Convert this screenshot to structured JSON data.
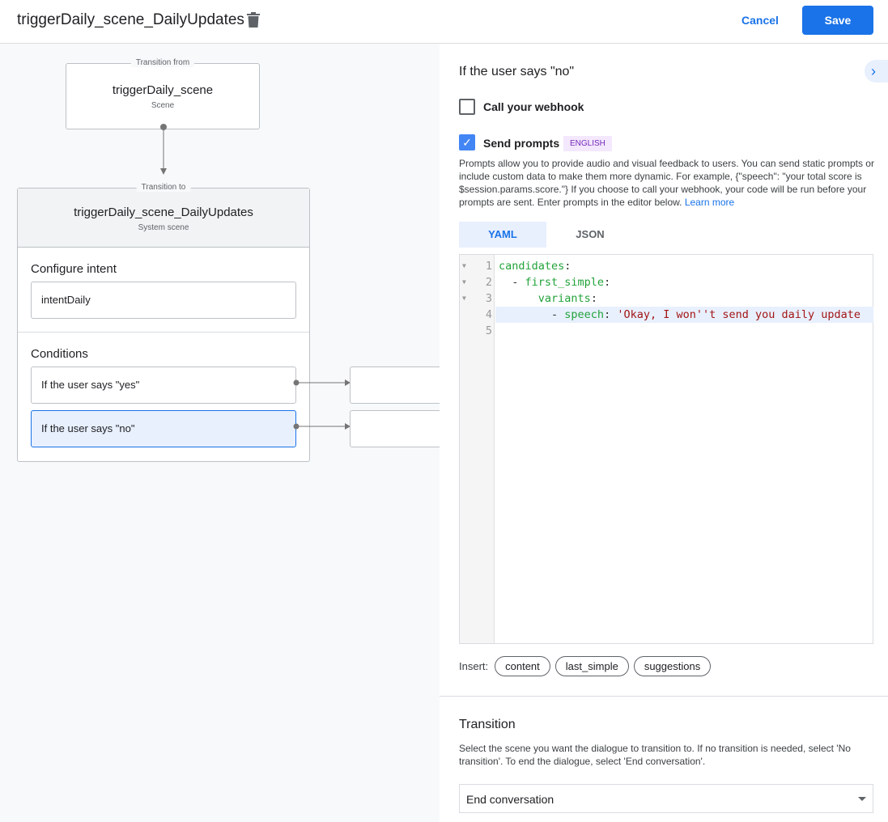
{
  "header": {
    "title": "triggerDaily_scene_DailyUpdates",
    "cancel": "Cancel",
    "save": "Save"
  },
  "canvas": {
    "from": {
      "label": "Transition from",
      "name": "triggerDaily_scene",
      "type": "Scene"
    },
    "to": {
      "label": "Transition to",
      "name": "triggerDaily_scene_DailyUpdates",
      "type": "System scene"
    },
    "intent_heading": "Configure intent",
    "intent": "intentDaily",
    "conditions_heading": "Conditions",
    "conditions": [
      "If the user says \"yes\"",
      "If the user says \"no\""
    ]
  },
  "panel": {
    "heading": "If the user says \"no\"",
    "webhook": {
      "label": "Call your webhook",
      "checked": false
    },
    "prompts": {
      "label": "Send prompts",
      "checked": true,
      "badge": "ENGLISH"
    },
    "description": "Prompts allow you to provide audio and visual feedback to users. You can send static prompts or include custom data to make them more dynamic. For example, {\"speech\": \"your total score is $session.params.score.\"} If you choose to call your webhook, your code will be run before your prompts are sent. Enter prompts in the editor below.",
    "learn_more": "Learn more",
    "tabs": [
      "YAML",
      "JSON"
    ],
    "active_tab": "YAML",
    "code": [
      {
        "n": "1",
        "indent": "",
        "key": "candidates",
        "sep": ":",
        "val": ""
      },
      {
        "n": "2",
        "indent": "  - ",
        "key": "first_simple",
        "sep": ":",
        "val": ""
      },
      {
        "n": "3",
        "indent": "      ",
        "key": "variants",
        "sep": ":",
        "val": ""
      },
      {
        "n": "4",
        "indent": "        - ",
        "key": "speech",
        "sep": ": ",
        "val": "'Okay, I won''t send you daily update"
      },
      {
        "n": "5",
        "indent": "",
        "key": "",
        "sep": "",
        "val": ""
      }
    ],
    "insert_label": "Insert:",
    "insert_chips": [
      "content",
      "last_simple",
      "suggestions"
    ],
    "transition": {
      "heading": "Transition",
      "description": "Select the scene you want the dialogue to transition to. If no transition is needed, select 'No transition'. To end the dialogue, select 'End conversation'.",
      "selected": "End conversation"
    }
  },
  "colors": {
    "accent": "#1a73e8",
    "code_key": "#22a33a",
    "code_string": "#a31515",
    "selected_condition": "#e8f0fe"
  }
}
